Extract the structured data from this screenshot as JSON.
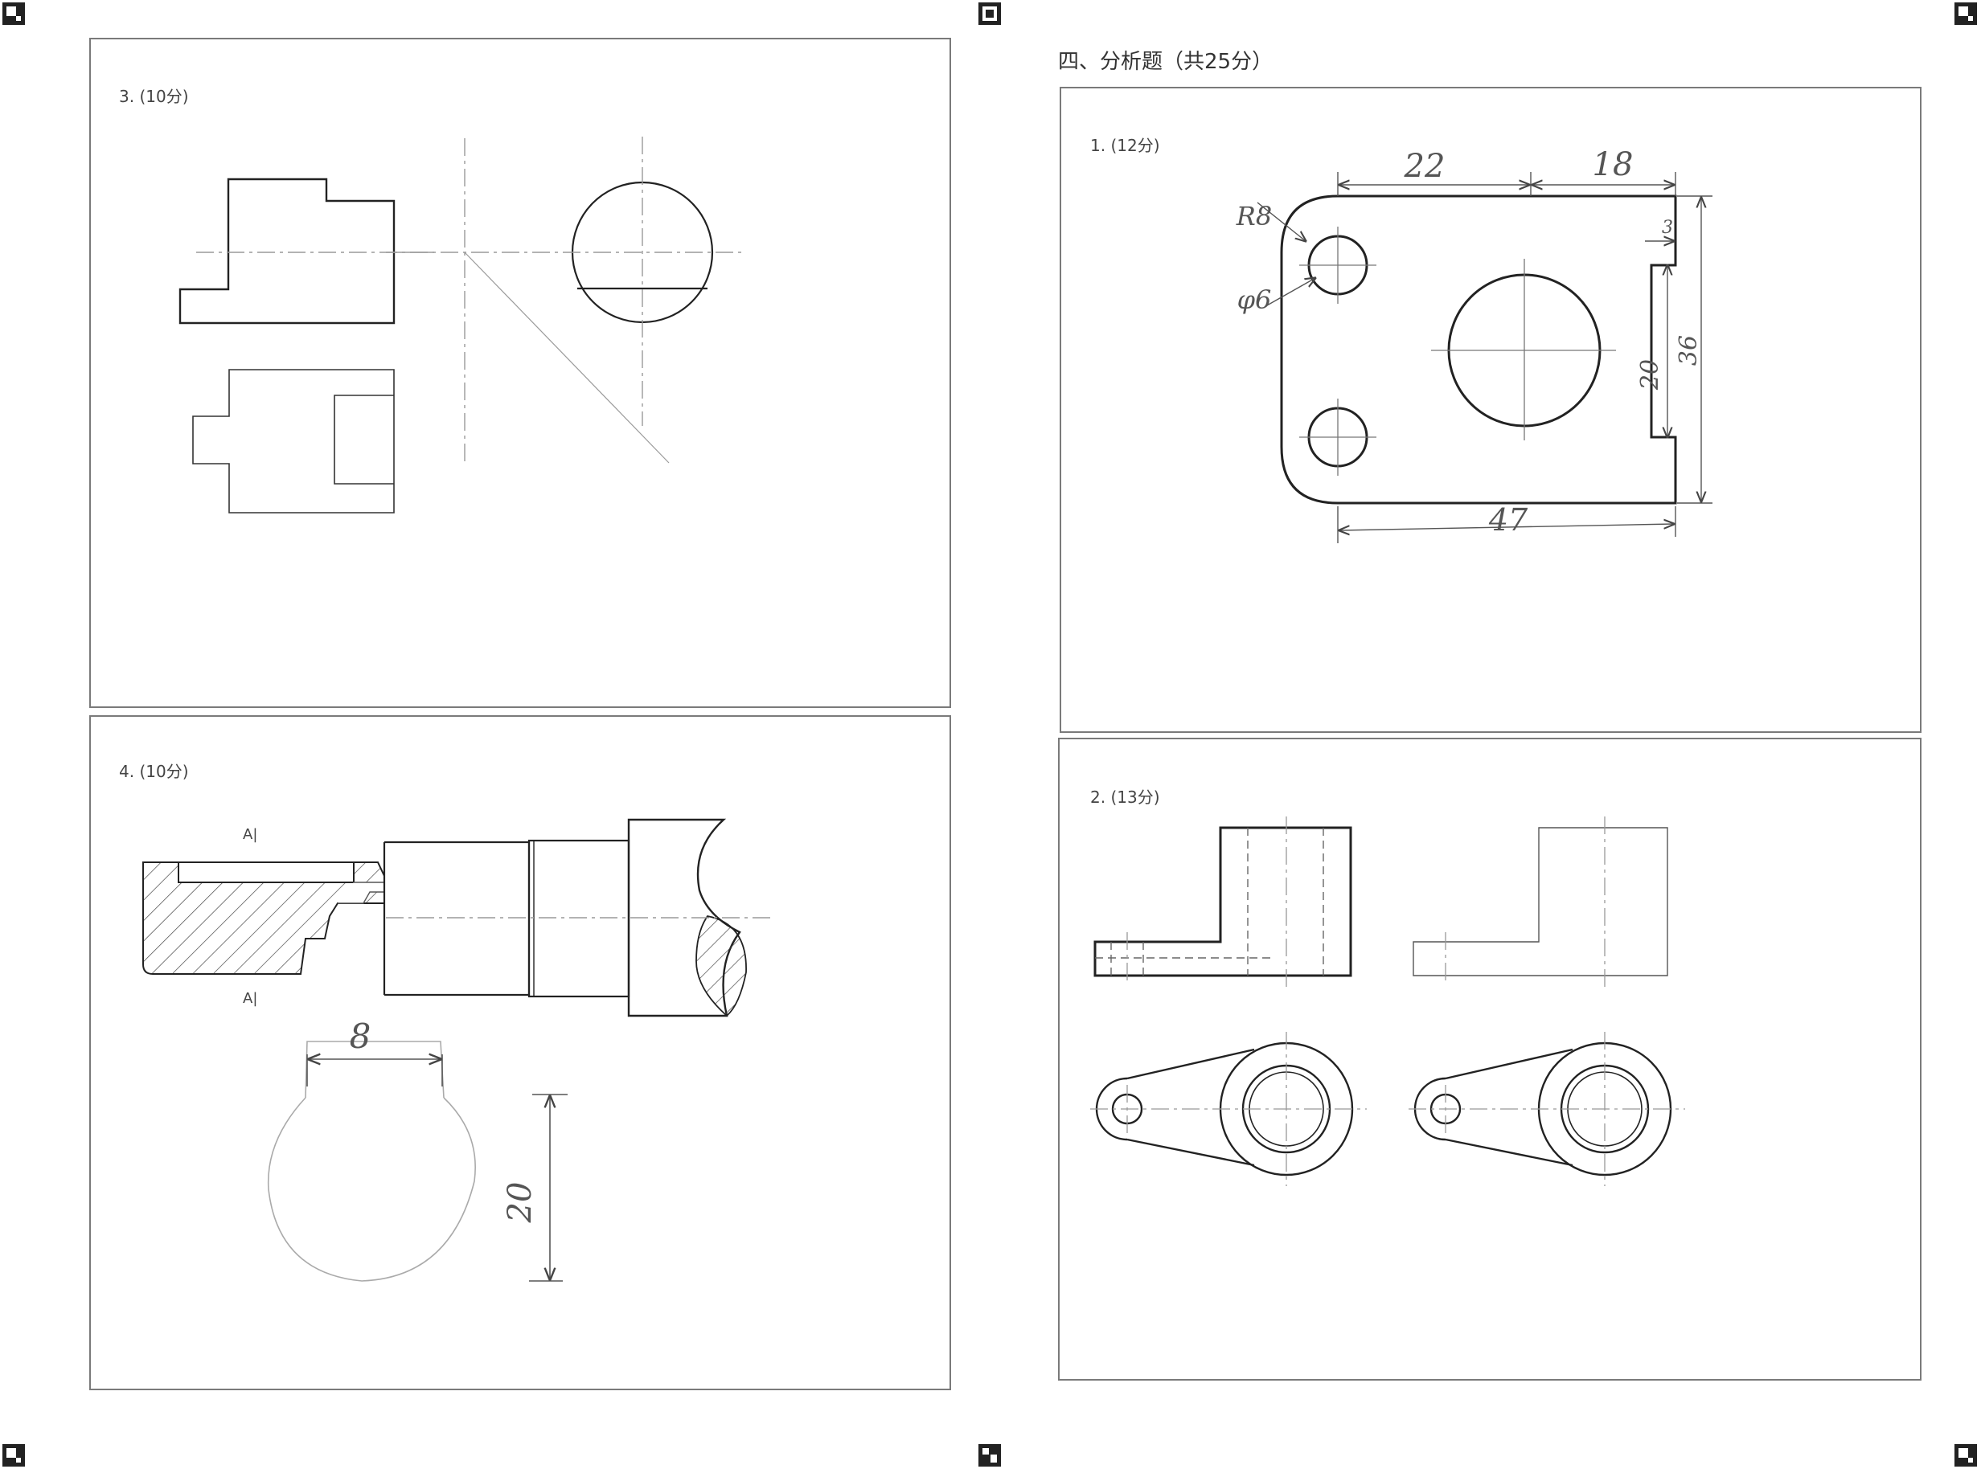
{
  "section_title": "四、分析题（共25分）",
  "questions": {
    "q3": {
      "label": "3. (10分)"
    },
    "q4": {
      "label": "4. (10分)",
      "section_marks": [
        "A|",
        "A|"
      ],
      "dims": {
        "width": "8",
        "height": "20"
      }
    },
    "a1": {
      "label": "1. (12分)",
      "dims": {
        "d1": "22",
        "d2": "18",
        "radius": "R8",
        "hole": "φ6",
        "notch_depth": "3",
        "notch_height": "20",
        "height": "36",
        "length": "47"
      }
    },
    "a2": {
      "label": "2. (13分)"
    }
  },
  "markers": [
    "corner-marker",
    "corner-marker",
    "corner-marker",
    "corner-marker",
    "corner-marker",
    "corner-marker"
  ],
  "colors": {
    "panel_border": "#7a7a7a",
    "line": "#222222",
    "center_line": "#999999"
  }
}
